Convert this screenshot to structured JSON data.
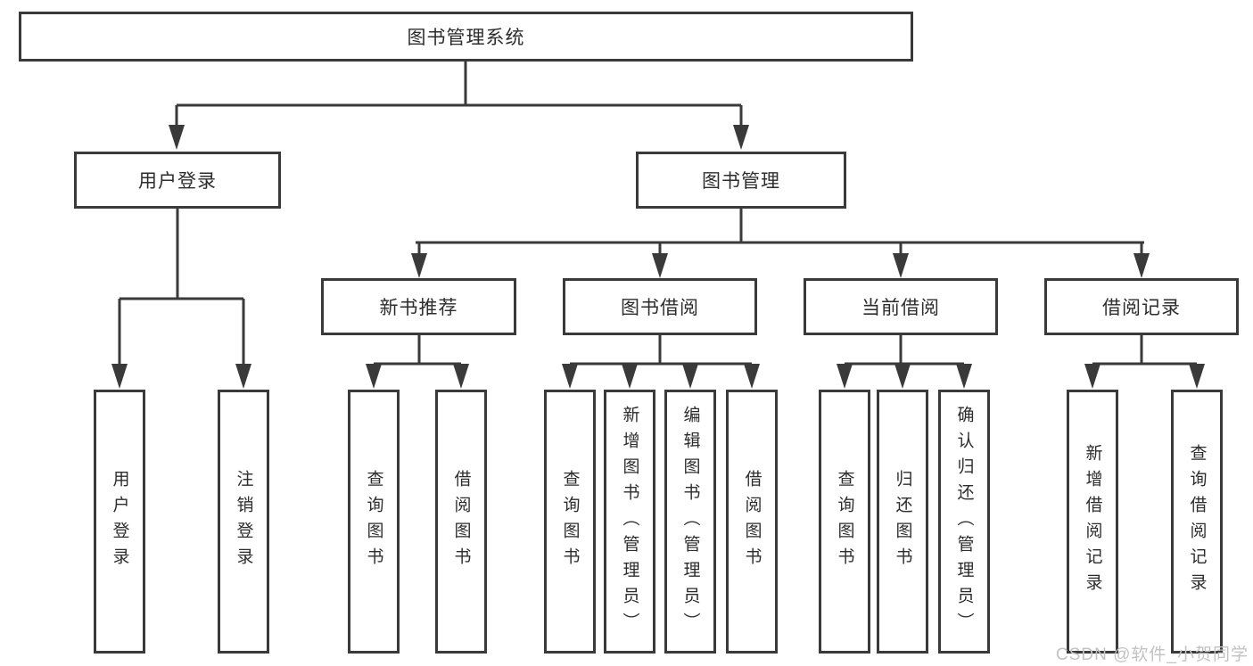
{
  "diagram_title": "图书管理系统",
  "tree": {
    "label": "图书管理系统",
    "children": [
      {
        "label": "用户登录",
        "children": [
          {
            "label": "用户登录"
          },
          {
            "label": "注销登录"
          }
        ]
      },
      {
        "label": "图书管理",
        "children": [
          {
            "label": "新书推荐",
            "children": [
              {
                "label": "查询图书"
              },
              {
                "label": "借阅图书"
              }
            ]
          },
          {
            "label": "图书借阅",
            "children": [
              {
                "label": "查询图书"
              },
              {
                "label": "新增图书（管理员）"
              },
              {
                "label": "编辑图书（管理员）"
              },
              {
                "label": "借阅图书"
              }
            ]
          },
          {
            "label": "当前借阅",
            "children": [
              {
                "label": "查询图书"
              },
              {
                "label": "归还图书"
              },
              {
                "label": "确认归还（管理员）"
              }
            ]
          },
          {
            "label": "借阅记录",
            "children": [
              {
                "label": "新增借阅记录"
              },
              {
                "label": "查询借阅记录"
              }
            ]
          }
        ]
      }
    ]
  },
  "watermark": {
    "text": "CSDN @软件_小贺同学"
  },
  "colors": {
    "line": "#3a3a3a",
    "box_border": "#3a3a3a",
    "box_background": "#ffffff",
    "text": "#2d2d2d",
    "watermark": "#c2c2c2"
  }
}
